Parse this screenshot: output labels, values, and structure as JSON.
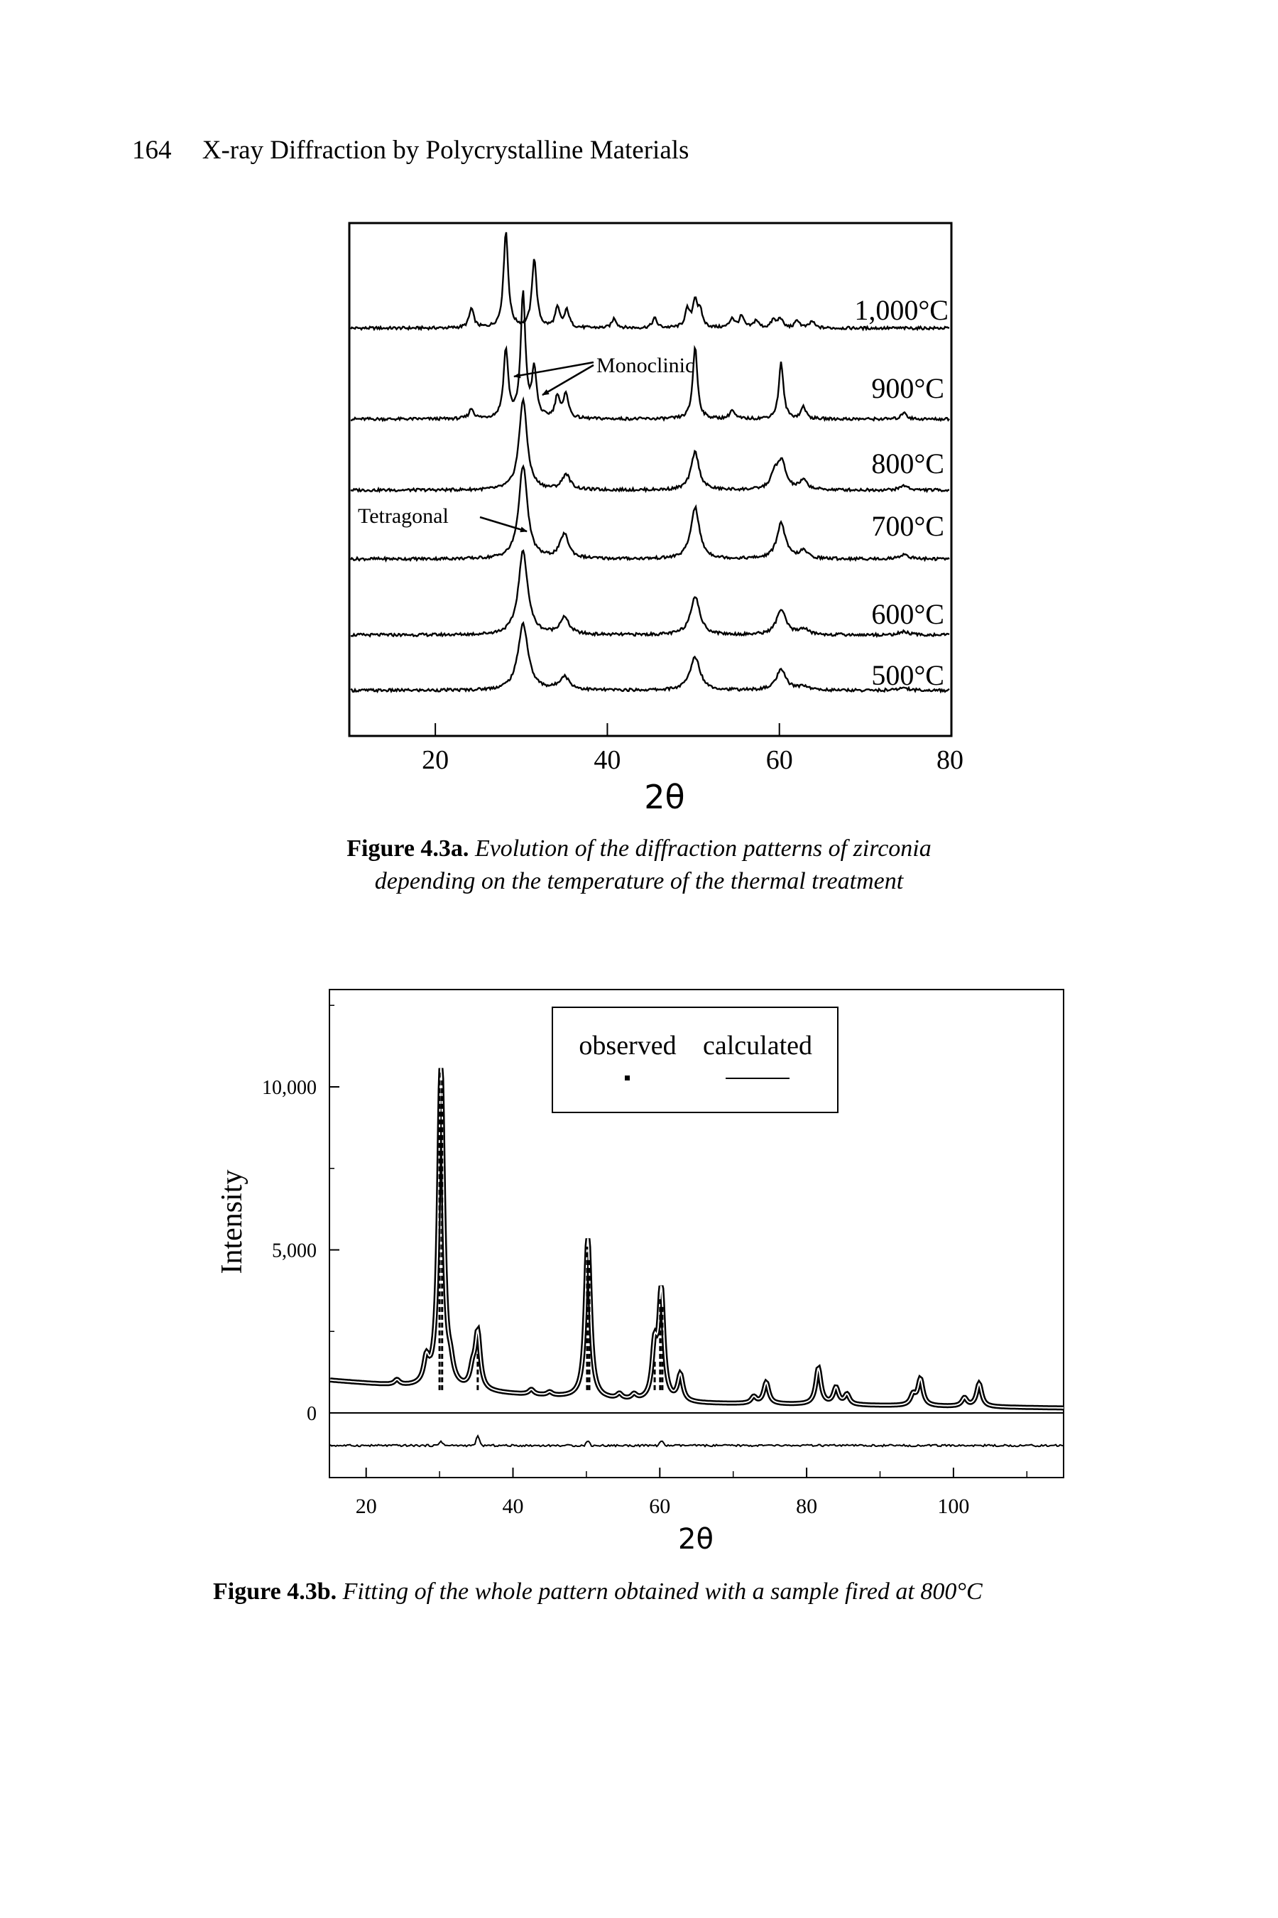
{
  "page": {
    "number": "164",
    "running_title": "X-ray Diffraction by Polycrystalline Materials"
  },
  "figure_a": {
    "label": "Figure 4.3a.",
    "caption_line1": "Evolution of the diffraction patterns of zirconia",
    "caption_line2": "depending on the temperature of the thermal treatment",
    "annotation_monoclinic": "Monoclinic",
    "annotation_tetragonal": "Tetragonal",
    "xlabel": "2θ"
  },
  "figure_b": {
    "label": "Figure 4.3b.",
    "caption": "Fitting of the whole pattern obtained with a sample fired at 800°C",
    "ylabel": "Intensity",
    "xlabel": "2θ",
    "legend_observed": "observed",
    "legend_calculated": "calculated"
  },
  "chart_data": [
    {
      "type": "line",
      "xlabel": "2θ",
      "ylabel": "",
      "xlim": [
        10,
        80
      ],
      "xticks": [
        20,
        40,
        60,
        80
      ],
      "offset_stacked": true,
      "series": [
        {
          "name": "1,000°C",
          "peaks": [
            [
              24.2,
              0.2
            ],
            [
              28.2,
              1.0
            ],
            [
              31.5,
              0.72
            ],
            [
              34.2,
              0.2
            ],
            [
              35.3,
              0.18
            ],
            [
              40.8,
              0.1
            ],
            [
              45.5,
              0.1
            ],
            [
              49.3,
              0.18
            ],
            [
              50.2,
              0.28
            ],
            [
              50.8,
              0.15
            ],
            [
              54.5,
              0.1
            ],
            [
              55.6,
              0.12
            ],
            [
              57.3,
              0.08
            ],
            [
              59.3,
              0.08
            ],
            [
              60.1,
              0.1
            ],
            [
              62.1,
              0.08
            ],
            [
              63.8,
              0.07
            ]
          ]
        },
        {
          "name": "900°C",
          "peaks": [
            [
              24.2,
              0.08
            ],
            [
              28.2,
              0.55
            ],
            [
              30.2,
              1.0
            ],
            [
              31.5,
              0.38
            ],
            [
              34.2,
              0.18
            ],
            [
              35.2,
              0.2
            ],
            [
              50.2,
              0.58
            ],
            [
              54.5,
              0.07
            ],
            [
              60.2,
              0.45
            ],
            [
              62.8,
              0.1
            ],
            [
              74.5,
              0.06
            ]
          ]
        },
        {
          "name": "800°C",
          "peaks": [
            [
              30.2,
              1.0
            ],
            [
              35.2,
              0.17
            ],
            [
              50.2,
              0.42
            ],
            [
              59.5,
              0.18
            ],
            [
              60.3,
              0.28
            ],
            [
              62.8,
              0.1
            ],
            [
              74.5,
              0.05
            ]
          ]
        },
        {
          "name": "700°C",
          "peaks": [
            [
              30.2,
              1.0
            ],
            [
              35.0,
              0.26
            ],
            [
              50.2,
              0.55
            ],
            [
              60.2,
              0.38
            ],
            [
              62.8,
              0.08
            ],
            [
              74.5,
              0.05
            ]
          ]
        },
        {
          "name": "600°C",
          "peaks": [
            [
              30.2,
              1.0
            ],
            [
              35.0,
              0.2
            ],
            [
              50.2,
              0.46
            ],
            [
              60.2,
              0.3
            ],
            [
              62.8,
              0.07
            ],
            [
              74.5,
              0.04
            ]
          ]
        },
        {
          "name": "500°C",
          "peaks": [
            [
              30.2,
              1.0
            ],
            [
              35.0,
              0.2
            ],
            [
              50.2,
              0.5
            ],
            [
              60.2,
              0.3
            ],
            [
              62.8,
              0.06
            ],
            [
              74.5,
              0.04
            ]
          ]
        }
      ]
    },
    {
      "type": "line",
      "xlabel": "2θ",
      "ylabel": "Intensity",
      "xlim": [
        15,
        115
      ],
      "ylim": [
        -2000,
        13000
      ],
      "xticks": [
        20,
        40,
        60,
        80,
        100
      ],
      "yticks": [
        0,
        5000,
        10000
      ],
      "ytick_labels": [
        "0",
        "5,000",
        "10,000"
      ],
      "series": [
        {
          "name": "observed",
          "style": "dots"
        },
        {
          "name": "calculated",
          "style": "line"
        }
      ],
      "background": [
        [
          15,
          1000
        ],
        [
          30,
          700
        ],
        [
          60,
          300
        ],
        [
          80,
          250
        ],
        [
          115,
          150
        ]
      ],
      "peaks": [
        [
          24.2,
          150
        ],
        [
          28.2,
          700
        ],
        [
          30.2,
          9800
        ],
        [
          31.5,
          450
        ],
        [
          34.5,
          500
        ],
        [
          35.2,
          1700
        ],
        [
          42.5,
          150
        ],
        [
          45.0,
          100
        ],
        [
          50.2,
          4900
        ],
        [
          54.5,
          150
        ],
        [
          56.5,
          150
        ],
        [
          59.3,
          1500
        ],
        [
          60.2,
          3300
        ],
        [
          62.8,
          800
        ],
        [
          72.8,
          200
        ],
        [
          74.5,
          650
        ],
        [
          81.6,
          1100
        ],
        [
          84.0,
          500
        ],
        [
          85.5,
          300
        ],
        [
          94.5,
          300
        ],
        [
          95.5,
          800
        ],
        [
          101.5,
          250
        ],
        [
          103.5,
          700
        ]
      ],
      "difference_baseline": -1000
    }
  ]
}
